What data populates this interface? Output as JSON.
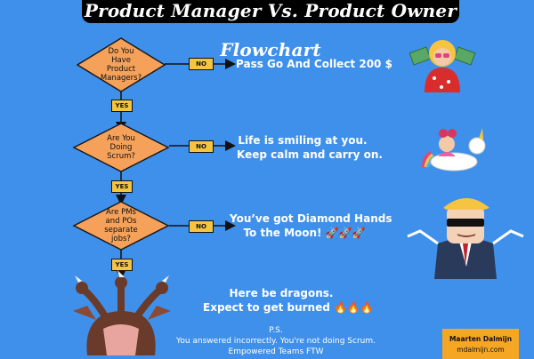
{
  "title": "Product Manager Vs. Product Owner Flowchart",
  "colors": {
    "background": "#3f90ea",
    "decision_fill": "#f5a15a",
    "decision_stroke": "#1a1a1a",
    "tag_fill": "#f5c542",
    "result_text": "#ffffff",
    "author_box": "#f5a623"
  },
  "decisions": [
    {
      "question": "Do You Have Product Managers?",
      "no_label": "NO",
      "yes_label": "YES",
      "result_lines": [
        "Pass Go And Collect 200 $"
      ],
      "illustration": "woman-with-money-illustration"
    },
    {
      "question": "Are You Doing Scrum?",
      "no_label": "NO",
      "yes_label": "YES",
      "result_lines": [
        "Life is smiling at you.",
        "Keep calm and carry on."
      ],
      "illustration": "girl-on-unicorn-float-illustration"
    },
    {
      "question": "Are PMs and POs separate jobs?",
      "no_label": "NO",
      "yes_label": "YES",
      "result_lines": [
        "You’ve got Diamond Hands",
        "To the Moon! 🚀🚀🚀"
      ],
      "illustration": "businessman-sunglasses-illustration"
    }
  ],
  "final_outcome": {
    "lines": [
      "Here be dragons.",
      "Expect to get burned 🔥🔥🔥"
    ],
    "illustration": "three-headed-dragon-illustration"
  },
  "postscript": {
    "lines": [
      "P.S.",
      "You answered incorrectly. You're not doing Scrum.",
      "Empowered Teams FTW"
    ]
  },
  "author": {
    "name": "Maarten Dalmijn",
    "site": "mdalmijn.com"
  }
}
